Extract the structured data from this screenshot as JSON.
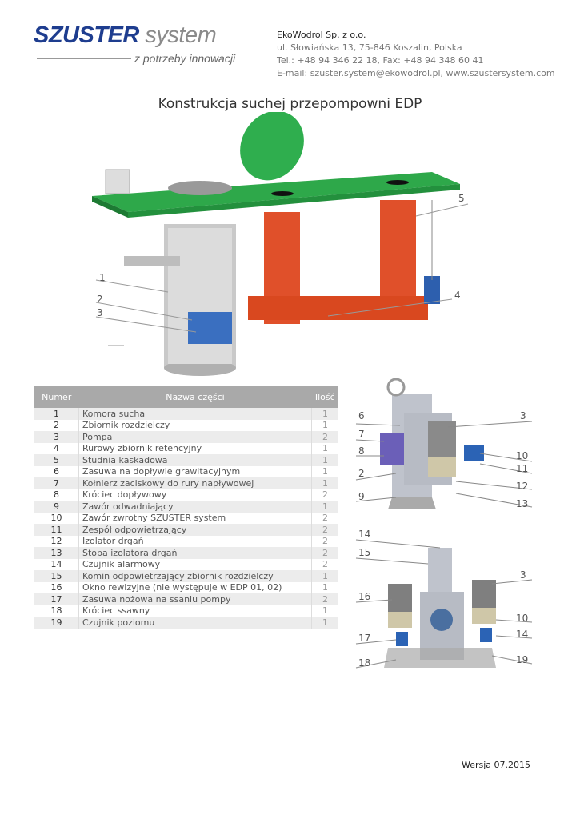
{
  "header": {
    "logo_brand": "SZUSTER",
    "logo_system": "system",
    "logo_tagline": "z potrzeby innowacji",
    "company_name": "EkoWodrol Sp. z o.o.",
    "address": "ul. Słowiańska 13, 75-846 Koszalin, Polska",
    "phone": "Tel.: +48 94 346 22 18, Fax: +48 94 348 60 41",
    "contact": "E-mail: szuster.system@ekowodrol.pl, www.szustersystem.com"
  },
  "title": "Konstrukcja suchej przepompowni EDP",
  "main_figure_labels": [
    "1",
    "2",
    "3",
    "4",
    "5"
  ],
  "top_figure_labels": [
    "6",
    "7",
    "8",
    "2",
    "9",
    "3",
    "10",
    "11",
    "12",
    "13"
  ],
  "bottom_figure_labels": [
    "14",
    "15",
    "16",
    "17",
    "18",
    "3",
    "10",
    "14",
    "19"
  ],
  "table": {
    "headers": [
      "Numer",
      "Nazwa części",
      "Ilość"
    ],
    "rows": [
      [
        "1",
        "Komora sucha",
        "1"
      ],
      [
        "2",
        "Zbiornik rozdzielczy",
        "1"
      ],
      [
        "3",
        "Pompa",
        "2"
      ],
      [
        "4",
        "Rurowy zbiornik retencyjny",
        "1"
      ],
      [
        "5",
        "Studnia kaskadowa",
        "1"
      ],
      [
        "6",
        "Zasuwa na dopływie grawitacyjnym",
        "1"
      ],
      [
        "7",
        "Kołnierz zaciskowy do rury napływowej",
        "1"
      ],
      [
        "8",
        "Króciec dopływowy",
        "2"
      ],
      [
        "9",
        "Zawór odwadniający",
        "1"
      ],
      [
        "10",
        "Zawór zwrotny SZUSTER system",
        "2"
      ],
      [
        "11",
        "Zespół odpowietrzający",
        "2"
      ],
      [
        "12",
        "Izolator drgań",
        "2"
      ],
      [
        "13",
        "Stopa izolatora drgań",
        "2"
      ],
      [
        "14",
        "Czujnik alarmowy",
        "2"
      ],
      [
        "15",
        "Komin odpowietrzający zbiornik rozdzielczy",
        "1"
      ],
      [
        "16",
        "Okno rewizyjne (nie występuje w EDP 01, 02)",
        "1"
      ],
      [
        "17",
        "Zasuwa nożowa na ssaniu pompy",
        "2"
      ],
      [
        "18",
        "Króciec ssawny",
        "1"
      ],
      [
        "19",
        "Czujnik poziomu",
        "1"
      ]
    ]
  },
  "footer": {
    "version": "Wersja 07.2015"
  }
}
